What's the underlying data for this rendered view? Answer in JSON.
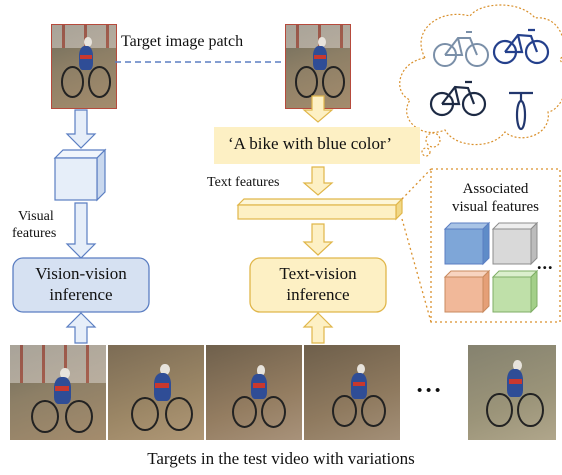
{
  "labels": {
    "target_patch": "Target image patch",
    "query": "‘A bike with blue color’",
    "text_features": "Text features",
    "visual_features_line1": "Visual",
    "visual_features_line2": "features",
    "vv_line1": "Vision-vision",
    "vv_line2": "inference",
    "tv_line1": "Text-vision",
    "tv_line2": "inference",
    "assoc_line1": "Associated",
    "assoc_line2": "visual features",
    "ellipsis": "...",
    "dots_frames": "• • •",
    "caption": "Targets in the test video with variations"
  },
  "colors": {
    "blue_stroke": "#5b7ec2",
    "blue_fill": "#e6eef9",
    "vv_fill": "#d6e1f2",
    "yellow_stroke": "#e0b64a",
    "yellow_fill": "#fdf0c4",
    "orange_dots": "#d9902c",
    "cube_blue": "#7ea6d8",
    "cube_gray": "#d9d9d9",
    "cube_orange": "#f1b899",
    "cube_green": "#bfe0a9"
  },
  "icons": {
    "bikes_cloud": [
      "white-cruiser-bike-icon",
      "blue-mountain-bike-icon",
      "black-mountain-bike-icon",
      "bike-front-view-icon"
    ]
  }
}
